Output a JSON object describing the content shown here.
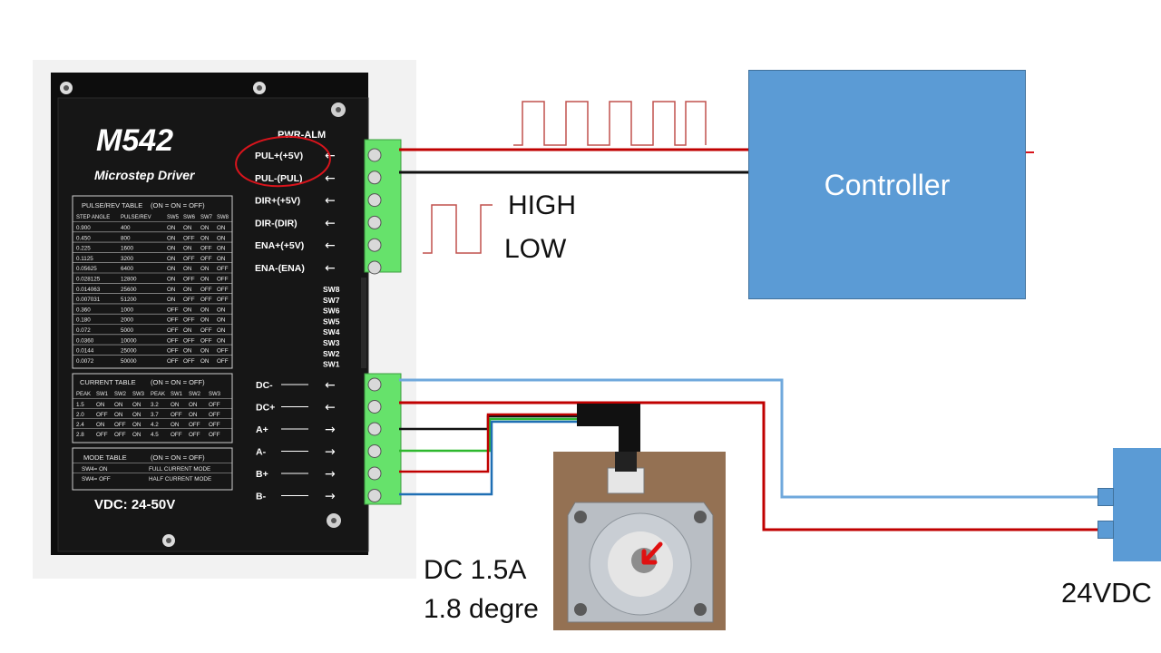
{
  "driver": {
    "model": "M542",
    "subtitle": "Microstep Driver",
    "pwr_alm": "PWR-ALM",
    "signal_terminals": [
      "PUL+(+5V)",
      "PUL-(PUL)",
      "DIR+(+5V)",
      "DIR-(DIR)",
      "ENA+(+5V)",
      "ENA-(ENA)"
    ],
    "switches": [
      "SW8",
      "SW7",
      "SW6",
      "SW5",
      "SW4",
      "SW3",
      "SW2",
      "SW1"
    ],
    "power_terminals": [
      "DC-",
      "DC+",
      "A+",
      "A-",
      "B+",
      "B-"
    ],
    "pulse_table": {
      "title": "PULSE/REV TABLE",
      "headers": [
        "STEP ANGLE",
        "PULSE/REV",
        "SW5",
        "SW6",
        "SW7",
        "SW8"
      ],
      "rows": [
        [
          "0.900",
          "400",
          "ON",
          "ON",
          "ON",
          "ON"
        ],
        [
          "0.450",
          "800",
          "ON",
          "OFF",
          "ON",
          "ON"
        ],
        [
          "0.225",
          "1600",
          "ON",
          "ON",
          "OFF",
          "ON"
        ],
        [
          "0.1125",
          "3200",
          "ON",
          "OFF",
          "OFF",
          "ON"
        ],
        [
          "0.05625",
          "6400",
          "ON",
          "ON",
          "ON",
          "OFF"
        ],
        [
          "0.028125",
          "12800",
          "ON",
          "OFF",
          "ON",
          "OFF"
        ],
        [
          "0.014063",
          "25600",
          "ON",
          "ON",
          "OFF",
          "OFF"
        ],
        [
          "0.007031",
          "51200",
          "ON",
          "OFF",
          "OFF",
          "OFF"
        ],
        [
          "0.360",
          "1000",
          "OFF",
          "ON",
          "ON",
          "ON"
        ],
        [
          "0.180",
          "2000",
          "OFF",
          "OFF",
          "ON",
          "ON"
        ],
        [
          "0.072",
          "5000",
          "OFF",
          "ON",
          "OFF",
          "ON"
        ],
        [
          "0.0360",
          "10000",
          "OFF",
          "OFF",
          "OFF",
          "ON"
        ],
        [
          "0.0144",
          "25000",
          "OFF",
          "ON",
          "ON",
          "OFF"
        ],
        [
          "0.0072",
          "50000",
          "OFF",
          "OFF",
          "ON",
          "OFF"
        ]
      ]
    },
    "current_table": {
      "title": "CURRENT TABLE",
      "headers": [
        "PEAK",
        "SW1",
        "SW2",
        "SW3",
        "PEAK",
        "SW1",
        "SW2",
        "SW3"
      ],
      "rows": [
        [
          "1.5",
          "ON",
          "ON",
          "ON",
          "3.2",
          "ON",
          "ON",
          "OFF"
        ],
        [
          "2.0",
          "OFF",
          "ON",
          "ON",
          "3.7",
          "OFF",
          "ON",
          "OFF"
        ],
        [
          "2.4",
          "ON",
          "OFF",
          "ON",
          "4.2",
          "ON",
          "OFF",
          "OFF"
        ],
        [
          "2.8",
          "OFF",
          "OFF",
          "ON",
          "4.5",
          "OFF",
          "OFF",
          "OFF"
        ]
      ]
    },
    "mode_table": {
      "title": "MODE TABLE",
      "rows": [
        [
          "SW4= ON",
          "FULL CURRENT MODE"
        ],
        [
          "SW4= OFF",
          "HALF CURRENT MODE"
        ]
      ]
    },
    "legend": "(ON = ON  = OFF)",
    "vdc": "VDC: 24-50V"
  },
  "signal": {
    "high": "HIGH",
    "low": "LOW"
  },
  "controller": {
    "label": "Controller"
  },
  "motor": {
    "spec_line1": "DC 1.5A",
    "spec_line2": "1.8 degre"
  },
  "power_supply": {
    "label": "24VDC"
  },
  "colors": {
    "wire_red": "#c00000",
    "wire_black": "#111111",
    "wire_blue": "#6fa8dc",
    "wire_green": "#2eb82e",
    "controller_fill": "#5b9bd5",
    "terminal_green": "#66e26b",
    "annotation": "#d8141c"
  }
}
